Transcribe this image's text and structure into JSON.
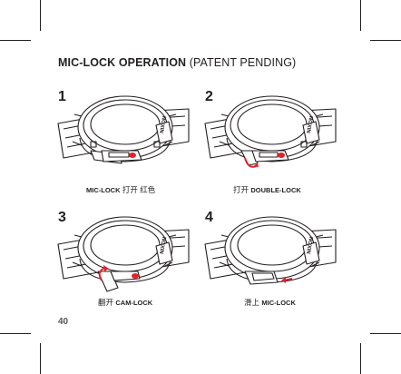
{
  "title": {
    "bold": "MIC-LOCK OPERATION",
    "normal": "(PATENT PENDING)"
  },
  "brand": "NIXON",
  "steps": [
    {
      "number": "1",
      "caption_strong": "MIC-LOCK",
      "caption_text": "打开 红色"
    },
    {
      "number": "2",
      "caption_text": "打开",
      "caption_strong": "DOUBLE-LOCK"
    },
    {
      "number": "3",
      "caption_text": "翻开",
      "caption_strong": "CAM-LOCK"
    },
    {
      "number": "4",
      "caption_text": "滑上",
      "caption_strong": "MIC-LOCK"
    }
  ],
  "page_number": "40",
  "colors": {
    "accent": "#e2212b",
    "ink": "#231f20"
  }
}
